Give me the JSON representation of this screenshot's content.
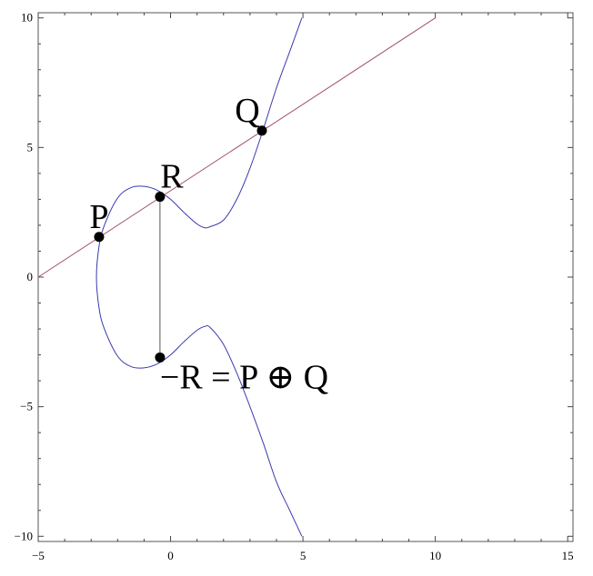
{
  "chart_data": {
    "type": "line",
    "title": "",
    "xlabel": "",
    "ylabel": "",
    "xlim": [
      -5,
      15.2
    ],
    "ylim": [
      -10.2,
      10.2
    ],
    "x_ticks": [
      -5,
      0,
      5,
      10,
      15
    ],
    "y_ticks": [
      -10,
      -5,
      0,
      5,
      10
    ],
    "x_tick_labels": [
      "−5",
      "0",
      "5",
      "10",
      "15"
    ],
    "y_tick_labels": [
      "−10",
      "−5",
      "0",
      "5",
      "10"
    ],
    "grid": false,
    "series": [
      {
        "kind": "curve",
        "color": "#3a3ab0",
        "x": [
          4.96,
          4.5,
          4.0,
          3.5,
          3.0,
          2.5,
          2.0,
          1.5,
          1.3,
          1.0,
          0.5,
          0.0,
          -0.5,
          -1.0,
          -1.5,
          -2.0,
          -2.5,
          -2.7,
          -2.8,
          -2.7,
          -2.5,
          -2.0,
          -1.5,
          -1.0,
          -0.5,
          0.0,
          0.5,
          1.0,
          1.3,
          1.5,
          2.0,
          2.5,
          3.0,
          3.5,
          4.0,
          4.5,
          4.96
        ],
        "y": [
          10.0,
          8.7,
          7.3,
          5.7,
          4.2,
          3.0,
          2.2,
          1.95,
          1.9,
          2.05,
          2.5,
          3.0,
          3.35,
          3.5,
          3.45,
          3.05,
          2.0,
          1.2,
          0.0,
          -1.2,
          -2.0,
          -3.05,
          -3.45,
          -3.5,
          -3.35,
          -3.0,
          -2.5,
          -2.05,
          -1.9,
          -1.95,
          -2.6,
          -3.7,
          -5.0,
          -6.4,
          -7.9,
          -9.0,
          -10.0
        ]
      },
      {
        "kind": "line",
        "color": "#a0506e",
        "x": [
          -5,
          10
        ],
        "y": [
          0,
          10
        ]
      },
      {
        "kind": "segment",
        "color": "#555555",
        "x": [
          -0.4,
          -0.4
        ],
        "y": [
          3.1,
          -3.1
        ]
      }
    ],
    "points": [
      {
        "label": "P",
        "x": -2.7,
        "y": 1.55
      },
      {
        "label": "R",
        "x": -0.4,
        "y": 3.1
      },
      {
        "label": "Q",
        "x": 3.45,
        "y": 5.65
      },
      {
        "label": "−R = P ⊕ Q",
        "x": -0.4,
        "y": -3.1
      }
    ]
  }
}
